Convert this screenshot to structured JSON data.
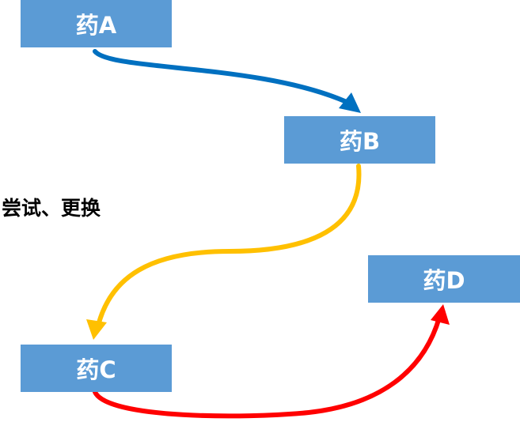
{
  "nodes": {
    "a": {
      "label": "药A"
    },
    "b": {
      "label": "药B"
    },
    "c": {
      "label": "药C"
    },
    "d": {
      "label": "药D"
    }
  },
  "side_label": "尝试、更换",
  "colors": {
    "node_fill": "#5b9bd5",
    "node_text": "#ffffff",
    "arrow_a_to_b": "#0070c0",
    "arrow_b_to_c": "#ffc000",
    "arrow_c_to_d": "#ff0000"
  },
  "edges": [
    {
      "from": "药A",
      "to": "药B"
    },
    {
      "from": "药B",
      "to": "药C"
    },
    {
      "from": "药C",
      "to": "药D"
    }
  ]
}
